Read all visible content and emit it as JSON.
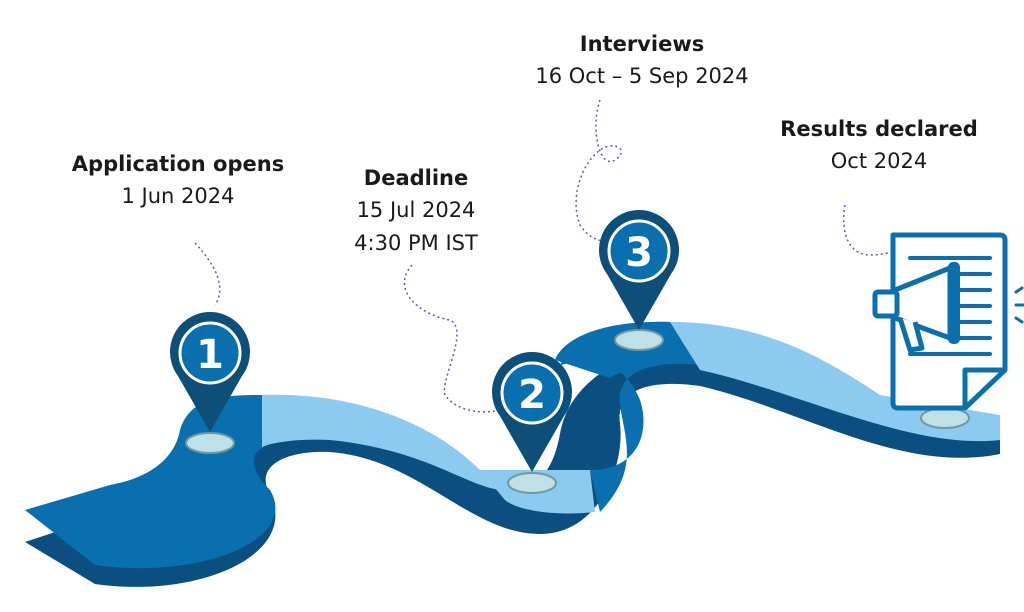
{
  "milestones": [
    {
      "number": "1",
      "title": "Application opens",
      "lines": [
        "1 Jun 2024"
      ]
    },
    {
      "number": "2",
      "title": "Deadline",
      "lines": [
        "15 Jul 2024",
        "4:30 PM IST"
      ]
    },
    {
      "number": "3",
      "title": "Interviews",
      "lines": [
        "16 Oct – 5 Sep 2024"
      ]
    },
    {
      "number": "",
      "title": "Results declared",
      "lines": [
        "Oct 2024"
      ]
    }
  ],
  "final_icon": "announcement-document-icon",
  "colors": {
    "road_dark": "#0a6fae",
    "road_light": "#8ccaef",
    "road_side": "#0a4f80",
    "pin": "#0d4f78",
    "pin_disc": "#bfe0e6",
    "dotted": "#5c58b8"
  }
}
